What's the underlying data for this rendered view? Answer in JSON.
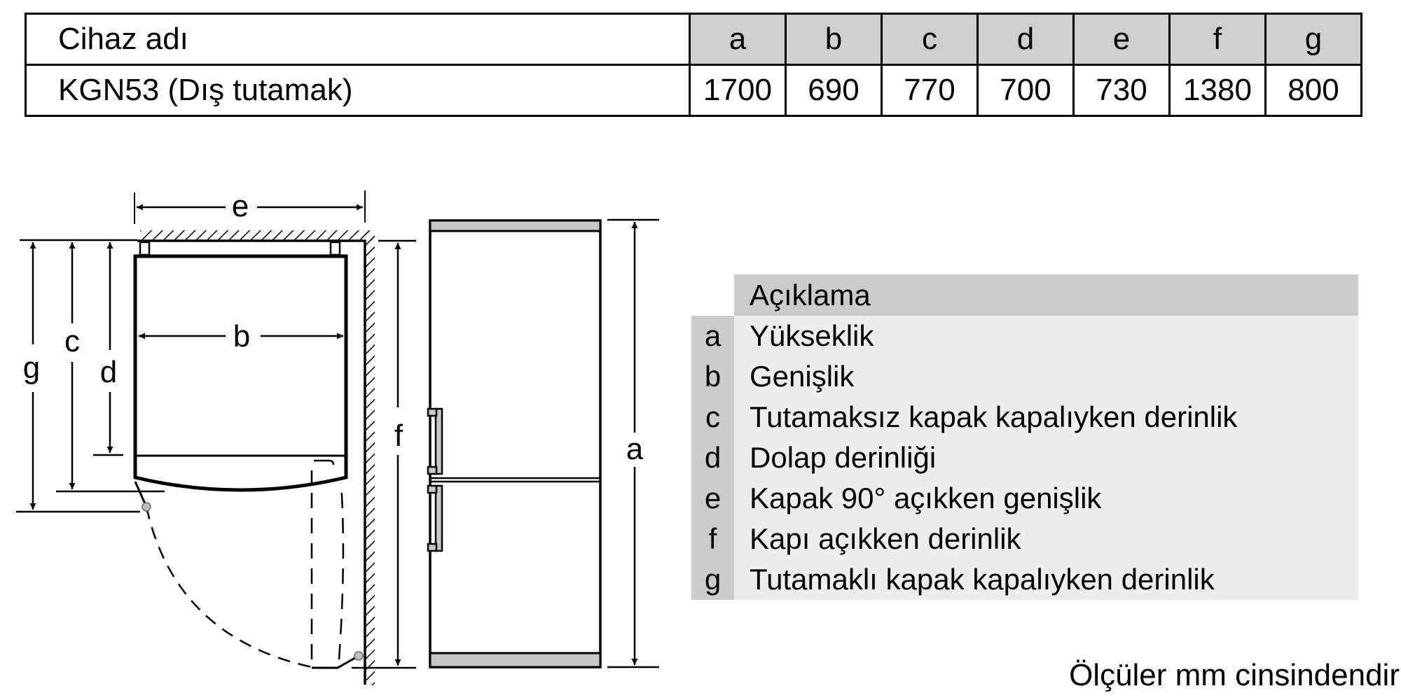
{
  "spec_table": {
    "name_header": "Cihaz adı",
    "dimension_keys": [
      "a",
      "b",
      "c",
      "d",
      "e",
      "f",
      "g"
    ],
    "rows": [
      {
        "device": "KGN53 (Dış tutamak)",
        "values": [
          "1700",
          "690",
          "770",
          "700",
          "730",
          "1380",
          "800"
        ]
      }
    ]
  },
  "diagram": {
    "top_view_labels": {
      "e": "e",
      "b": "b",
      "c": "c",
      "d": "d",
      "g": "g"
    },
    "side_view_labels": {
      "f": "f",
      "a": "a"
    },
    "colors": {
      "fill_gray": "#c8c8c8",
      "line": "#000000"
    }
  },
  "legend": {
    "title": "Açıklama",
    "items": [
      {
        "key": "a",
        "description": "Yükseklik"
      },
      {
        "key": "b",
        "description": "Genişlik"
      },
      {
        "key": "c",
        "description": "Tutamaksız kapak kapalıyken derinlik"
      },
      {
        "key": "d",
        "description": "Dolap derinliği"
      },
      {
        "key": "e",
        "description": "Kapak 90° açıkken genişlik"
      },
      {
        "key": "f",
        "description": "Kapı açıkken derinlik"
      },
      {
        "key": "g",
        "description": "Tutamaklı kapak kapalıyken derinlik"
      }
    ],
    "colors": {
      "header_bg": "#cccccc",
      "body_bg": "#ededed"
    }
  },
  "footnote": "Ölçüler mm cinsindendir"
}
